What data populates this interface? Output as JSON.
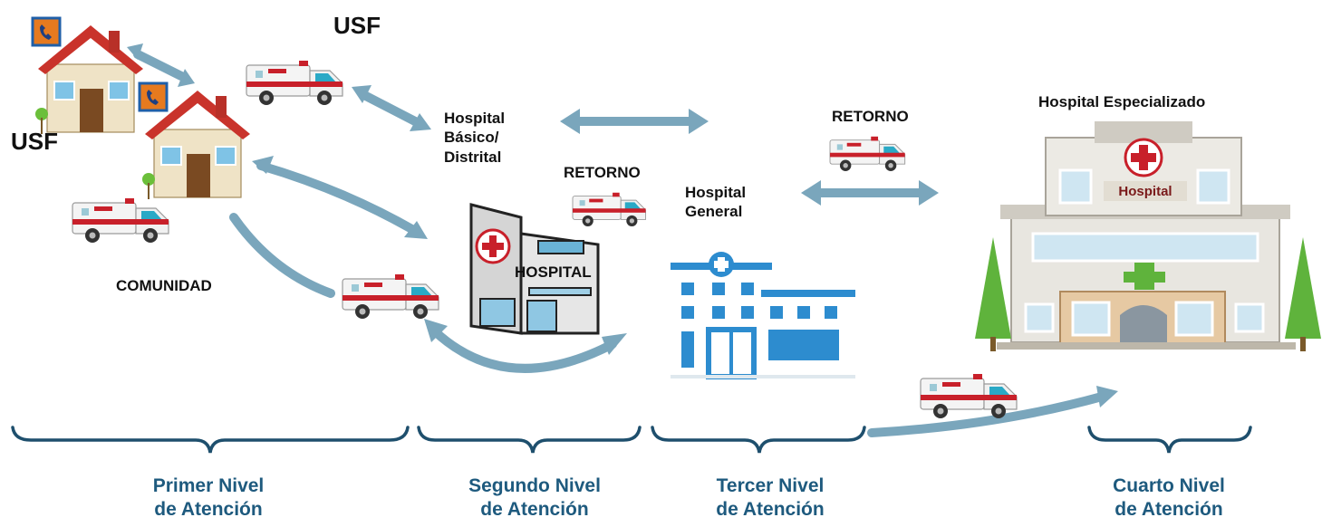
{
  "labels": {
    "usf_top": "USF",
    "usf_left": "USF",
    "comunidad": "COMUNIDAD",
    "hospital_basico": [
      "Hospital",
      "Básico/",
      "Distrital"
    ],
    "retorno_1": "RETORNO",
    "hospital_general": [
      "Hospital",
      "General"
    ],
    "retorno_2": "RETORNO",
    "hospital_especializado": "Hospital Especializado",
    "hospital_sign_1": "HOSPITAL",
    "hospital_sign_2": "Hospital"
  },
  "levels": [
    {
      "line1": "Primer Nivel",
      "line2": "de Atención"
    },
    {
      "line1": "Segundo Nivel",
      "line2": "de Atención"
    },
    {
      "line1": "Tercer Nivel",
      "line2": "de Atención"
    },
    {
      "line1": "Cuarto Nivel",
      "line2": "de Atención"
    }
  ],
  "colors": {
    "arrow": "#7aa6bc",
    "brace": "#1e4f6d",
    "level_text": "#1e5a7e",
    "ambulance_red": "#c8202a",
    "building_blue": "#2d8ccf",
    "tree_green": "#5fb33c"
  },
  "icons": [
    "house-phone-icon",
    "ambulance-icon",
    "hospital-building-icon",
    "modern-hospital-icon",
    "specialized-hospital-icon",
    "tree-icon"
  ]
}
